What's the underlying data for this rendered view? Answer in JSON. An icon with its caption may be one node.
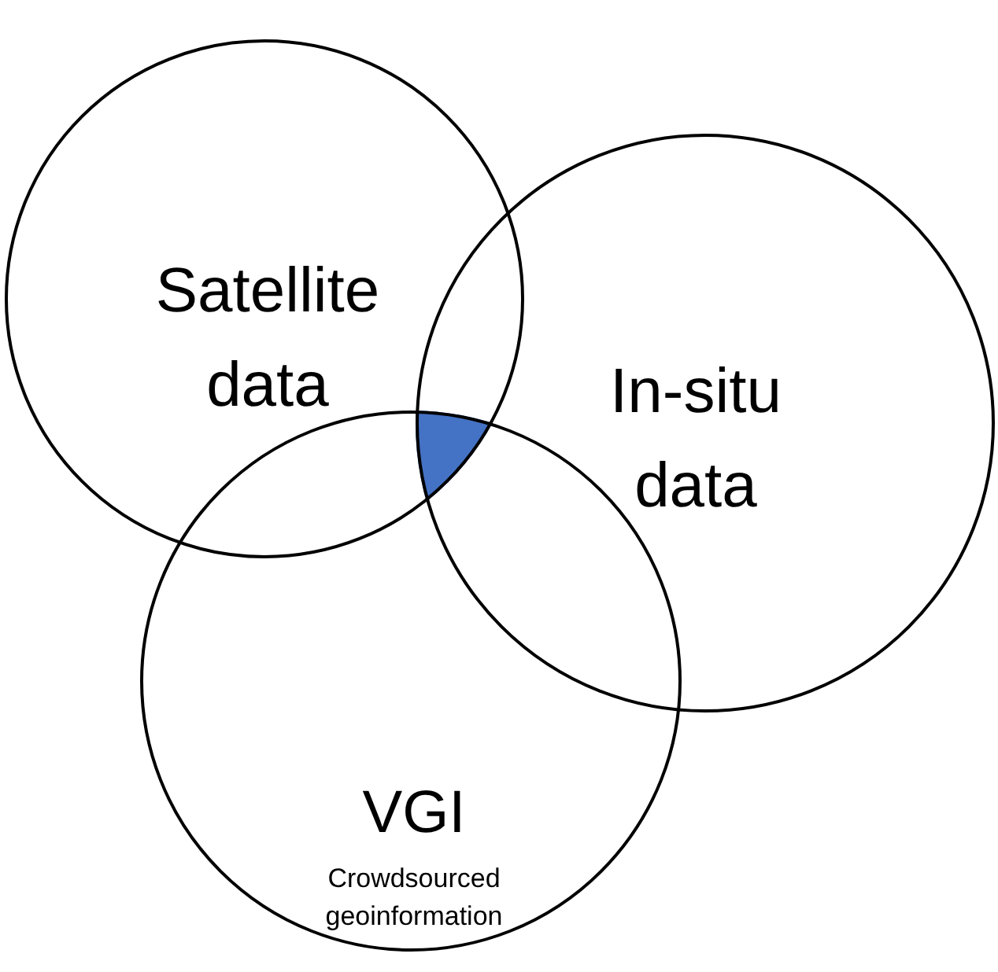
{
  "diagram": {
    "nodes": [
      {
        "text": [
          "Satellite data"
        ]
      },
      {
        "text": [
          "In-situ data"
        ]
      },
      {
        "text": [
          "VGI",
          "Crowdsourced geoinformation"
        ]
      }
    ]
  }
}
